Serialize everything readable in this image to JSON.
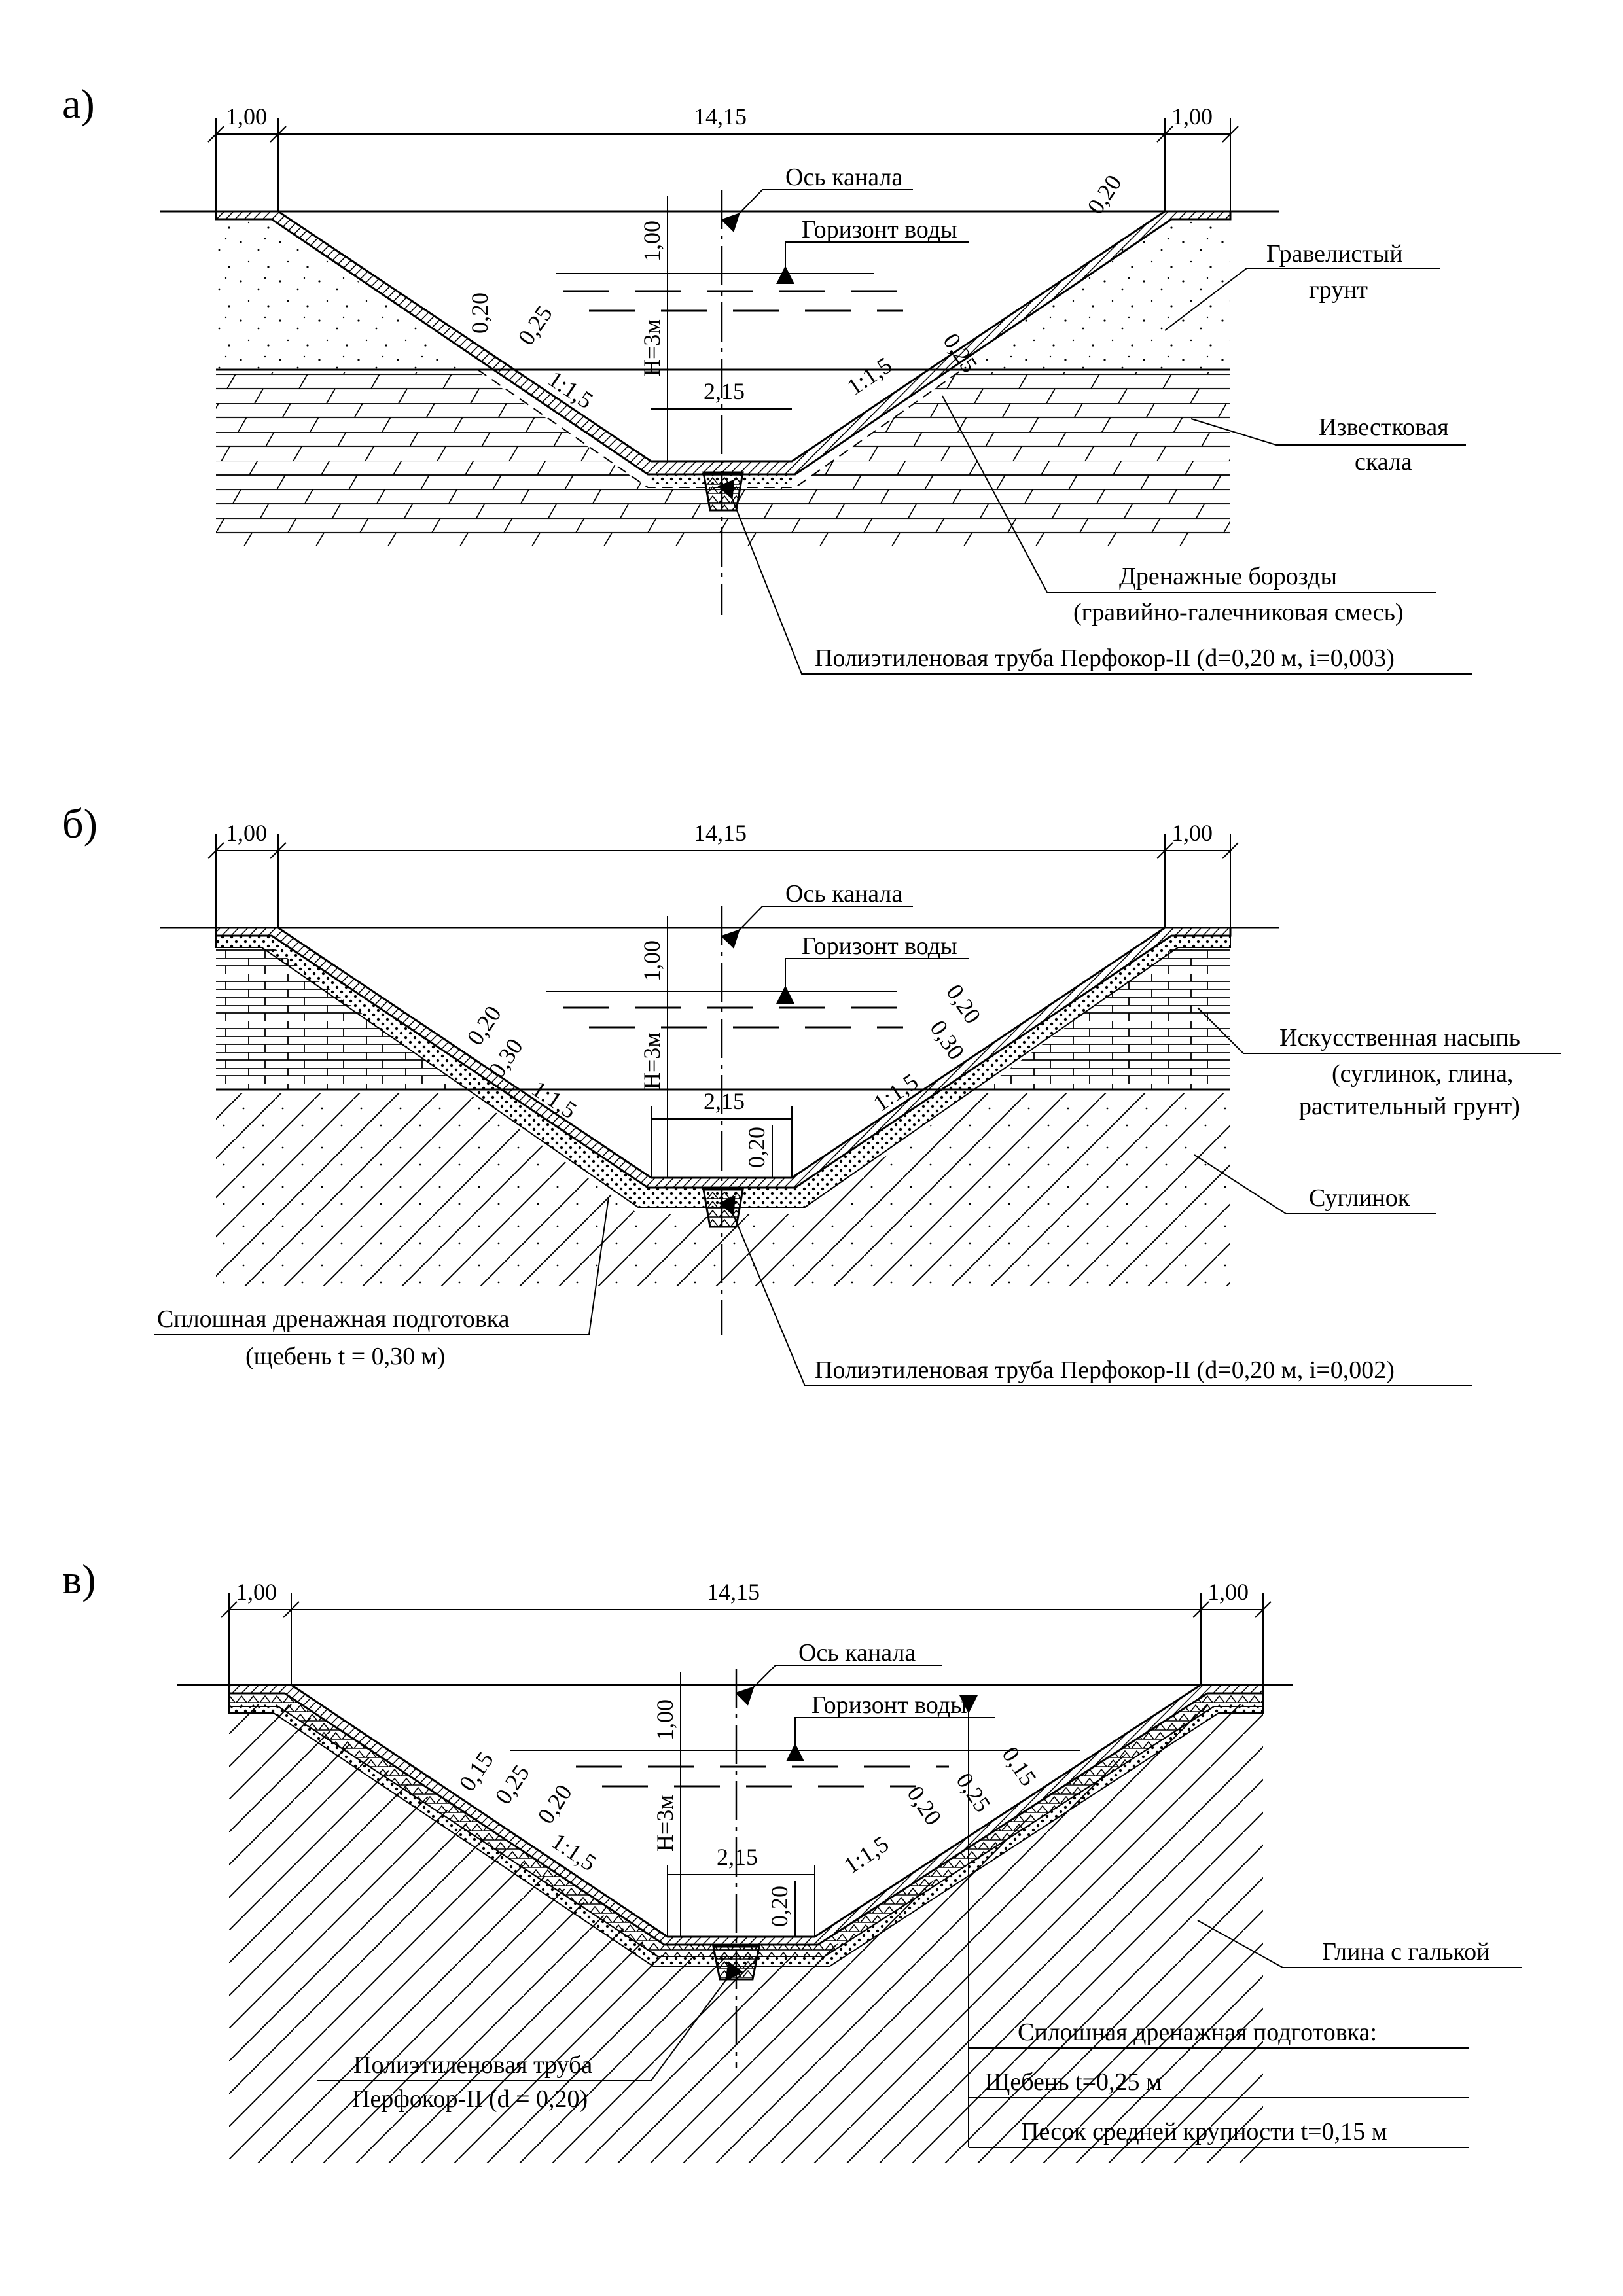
{
  "panels": [
    {
      "id": "a",
      "letter": "а)",
      "dims": {
        "berm_left": "1,00",
        "top_width": "14,15",
        "berm_right": "1,00",
        "freeboard": "1,00",
        "depth": "H=3м",
        "bottom_width": "2,15"
      },
      "slope_left": "1:1,5",
      "slope_right": "1:1,5",
      "thick_left": [
        "0,20",
        "0,25"
      ],
      "thick_right": [
        "0,20",
        "0,25"
      ],
      "labels": {
        "axis": "Ось канала",
        "water": "Горизонт воды",
        "soil1_line1": "Гравелистый",
        "soil1_line2": "грунт",
        "soil2_line1": "Известковая",
        "soil2_line2": "скала",
        "drain_line1": "Дренажные борозды",
        "drain_line2": "(гравийно-галечниковая смесь)",
        "pipe": "Полиэтиленовая труба Перфокор-II (d=0,20 м, i=0,003)"
      }
    },
    {
      "id": "b",
      "letter": "б)",
      "dims": {
        "berm_left": "1,00",
        "top_width": "14,15",
        "berm_right": "1,00",
        "freeboard": "1,00",
        "depth": "H=3м",
        "bottom_width": "2,15",
        "bottom_thick": "0,20"
      },
      "slope_left": "1:1,5",
      "slope_right": "1:1,5",
      "thick_left": [
        "0,20",
        "0,30"
      ],
      "thick_right": [
        "0,20",
        "0,30"
      ],
      "labels": {
        "axis": "Ось канала",
        "water": "Горизонт воды",
        "soil1_line1": "Искусственная насыпь",
        "soil1_line2": "(суглинок, глина,",
        "soil1_line3": "растительный грунт)",
        "soil2_line1": "Суглинок",
        "drain_line1": "Сплошная дренажная подготовка",
        "drain_line2": "(щебень t = 0,30 м)",
        "pipe": "Полиэтиленовая труба Перфокор-II (d=0,20 м, i=0,002)"
      }
    },
    {
      "id": "c",
      "letter": "в)",
      "dims": {
        "berm_left": "1,00",
        "top_width": "14,15",
        "berm_right": "1,00",
        "freeboard": "1,00",
        "depth": "H=3м",
        "bottom_width": "2,15",
        "bottom_thick": "0,20"
      },
      "slope_left": "1:1,5",
      "slope_right": "1:1,5",
      "thick_left": [
        "0,15",
        "0,25",
        "0,20"
      ],
      "thick_right": [
        "0,20",
        "0,25",
        "0,15"
      ],
      "labels": {
        "axis": "Ось канала",
        "water": "Горизонт воды",
        "soil1_line1": "Глина с галькой",
        "pipe_line1": "Полиэтиленовая труба",
        "pipe_line2": "Перфокор-II (d = 0,20)",
        "drain_title": "Сплошная дренажная подготовка:",
        "drain_line1": "Щебень t=0,25 м",
        "drain_line2": "Песок средней крупности t=0,15 м"
      }
    }
  ]
}
